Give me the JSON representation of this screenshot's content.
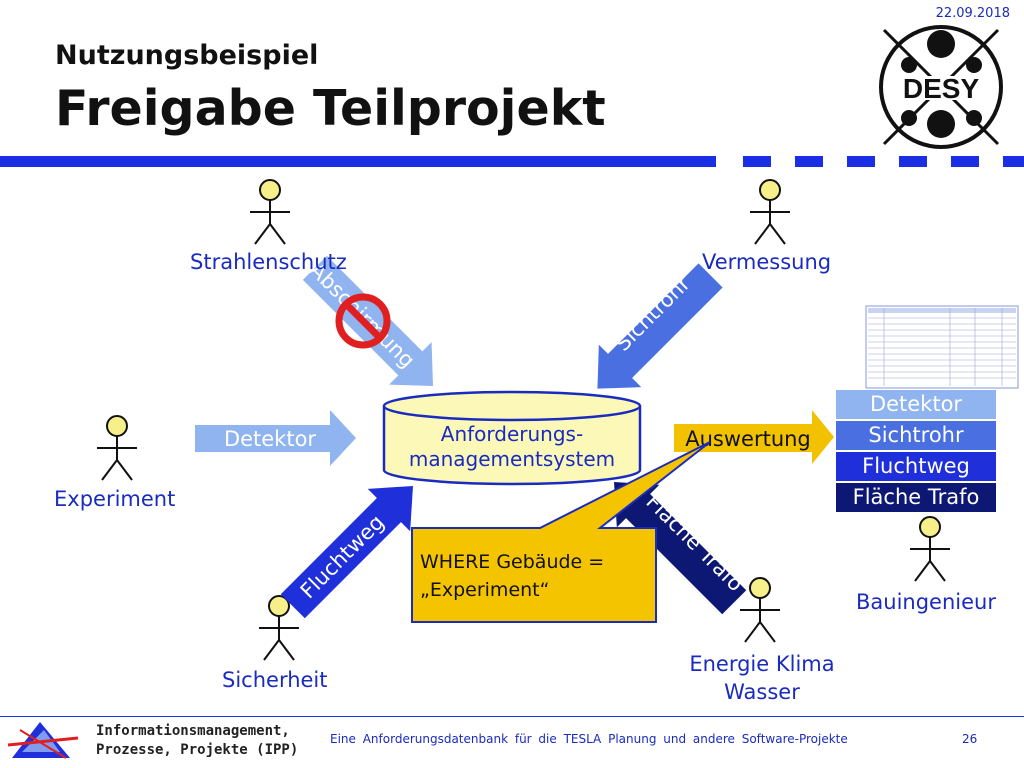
{
  "header": {
    "date": "22.09.2018",
    "subtitle": "Nutzungsbeispiel",
    "title": "Freigabe Teilprojekt",
    "logo_text": "DESY"
  },
  "diagram": {
    "actors": {
      "strahlenschutz": "Strahlenschutz",
      "vermessung": "Vermessung",
      "experiment": "Experiment",
      "sicherheit": "Sicherheit",
      "energie": "Energie Klima Wasser",
      "energie_line1": "Energie Klima",
      "energie_line2": "Wasser",
      "bauingenieur": "Bauingenieur"
    },
    "database": {
      "line1": "Anforderungs-",
      "line2": "managementsystem"
    },
    "arrows": {
      "abschirmung": "Abschirmung",
      "sichtrohr": "Sichtrohr",
      "detektor": "Detektor",
      "fluchtweg": "Fluchtweg",
      "flaeche_trafo": "Fläche Trafo",
      "auswertung": "Auswertung"
    },
    "result_list": [
      "Detektor",
      "Sichtrohr",
      "Fluchtweg",
      "Fläche Trafo"
    ],
    "callout": {
      "line1": "WHERE Gebäude =",
      "line2": "„Experiment“"
    },
    "colors": {
      "light_blue": "#8fb4f0",
      "mid_blue": "#4a6fe0",
      "royal_blue": "#1f2fd9",
      "dark_blue": "#0c1873",
      "callout_yellow": "#f5c400",
      "arrow_orange": "#f2c200",
      "stop_red": "#e02020"
    }
  },
  "footer": {
    "org_line1": "Informationsmanagement,",
    "org_line2": "Prozesse, Projekte (IPP)",
    "description": "Eine Anforderungsdatenbank für die TESLA Planung und andere Software-Projekte",
    "page": "26"
  }
}
